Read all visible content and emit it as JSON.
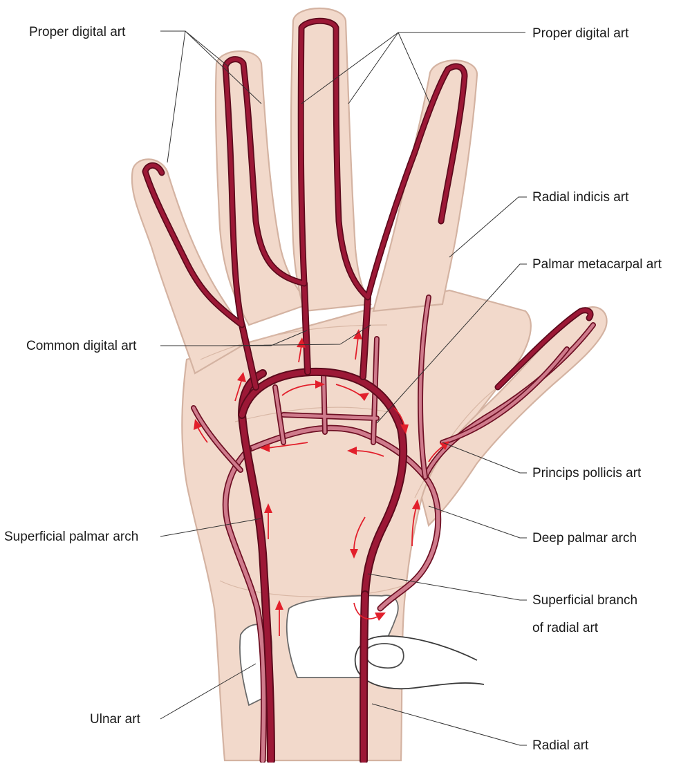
{
  "labels": {
    "proper_digital_left": "Proper digital art",
    "proper_digital_right": "Proper digital art",
    "radial_indicis": "Radial indicis art",
    "palmar_metacarpal": "Palmar metacarpal art",
    "common_digital": "Common digital art",
    "princips_pollicis": "Princips pollicis art",
    "superficial_palmar_arch": "Superficial palmar arch",
    "deep_palmar_arch": "Deep palmar arch",
    "superficial_branch_line1": "Superficial branch",
    "superficial_branch_line2": "of radial art",
    "ulnar": "Ulnar art",
    "radial": "Radial art"
  },
  "colors": {
    "skin": "#f2d9cb",
    "artery": "#9c1836",
    "deep_artery": "#cf7b8c",
    "flow_arrow": "#e21f2b"
  }
}
